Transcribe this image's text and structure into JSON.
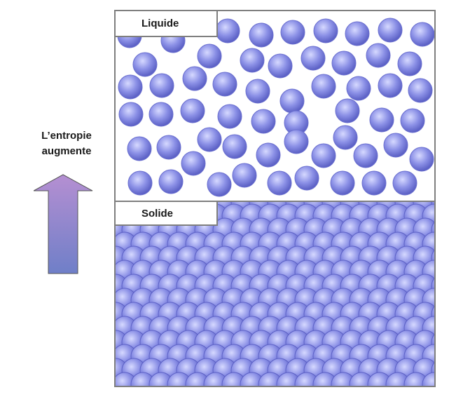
{
  "diagram": {
    "arrow_label_lines": [
      "L’entropie",
      "augmente"
    ],
    "liquid_label": "Liquide",
    "solid_label": "Solide"
  },
  "colors": {
    "sphere_light": "#d6d9ff",
    "sphere_mid": "#8b90e6",
    "sphere_dark": "#5a5fc4",
    "solid_fill": "#8a8fe2",
    "arrow_top": "#b58fd2",
    "arrow_bottom": "#6f7fc8",
    "border": "#7f7f7f"
  }
}
